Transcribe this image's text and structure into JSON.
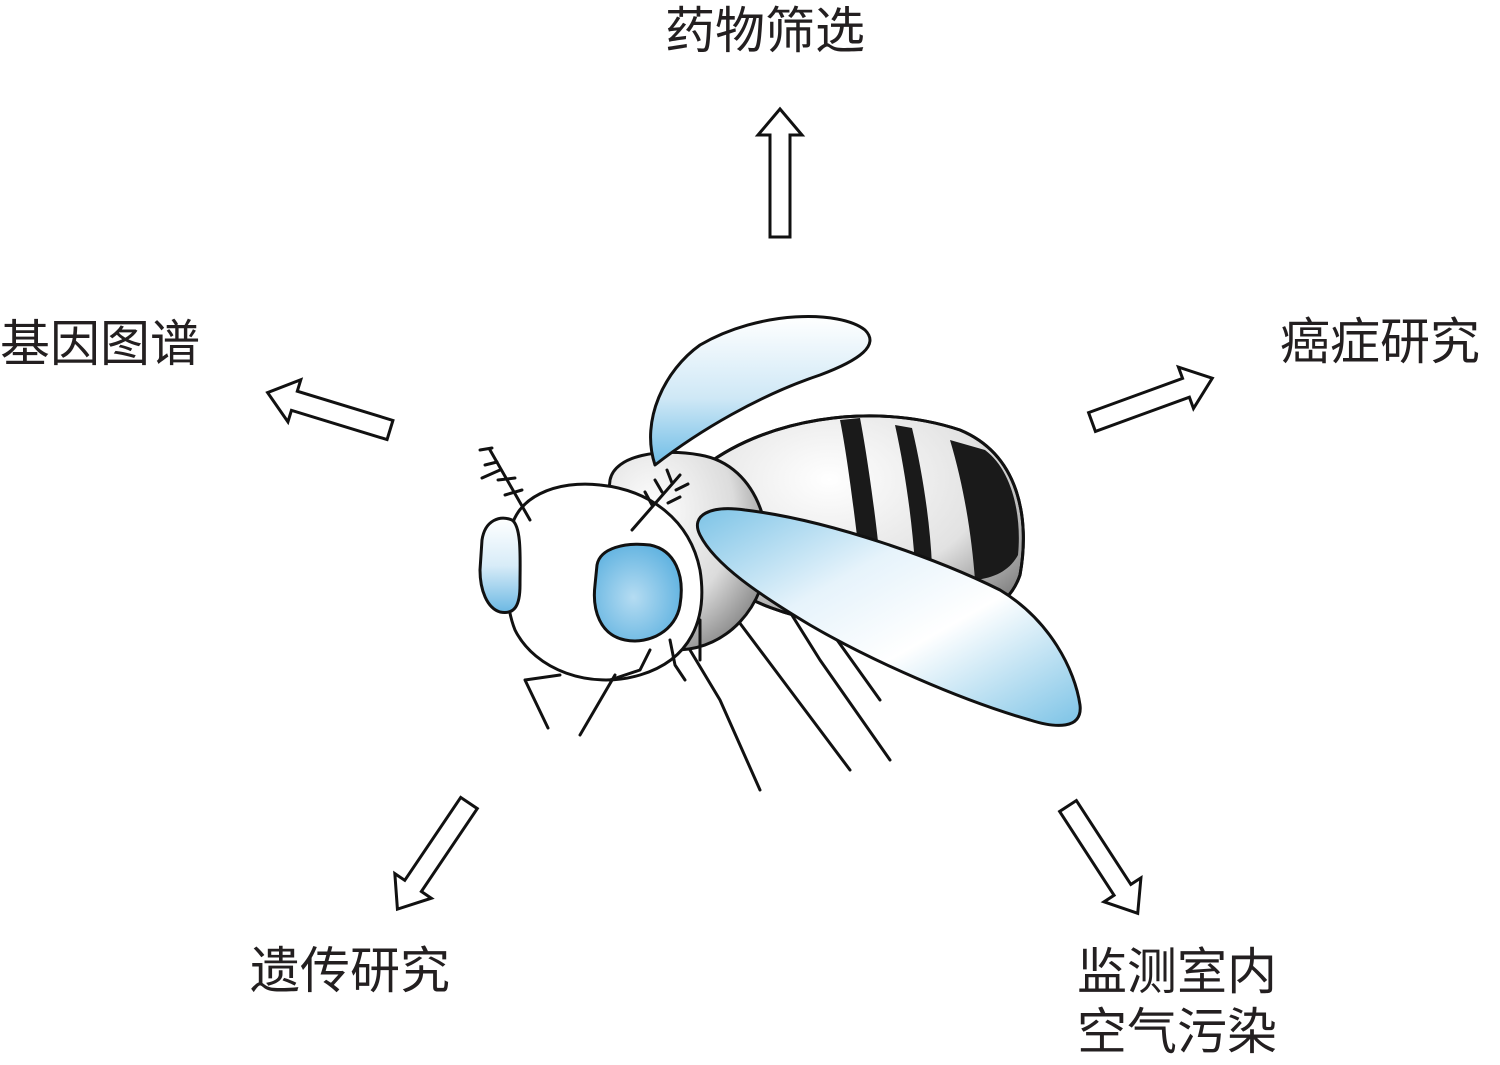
{
  "labels": {
    "top": "药物筛选",
    "left": "基因图谱",
    "right": "癌症研究",
    "bottom_left": "遗传研究",
    "bottom_right_line1": "监测室内",
    "bottom_right_line2": "空气污染"
  },
  "colors": {
    "outline": "#111111",
    "wing_blue": "#7cc3e6",
    "eye_blue": "#6bb8e3",
    "stripe": "#1a1a1a"
  }
}
